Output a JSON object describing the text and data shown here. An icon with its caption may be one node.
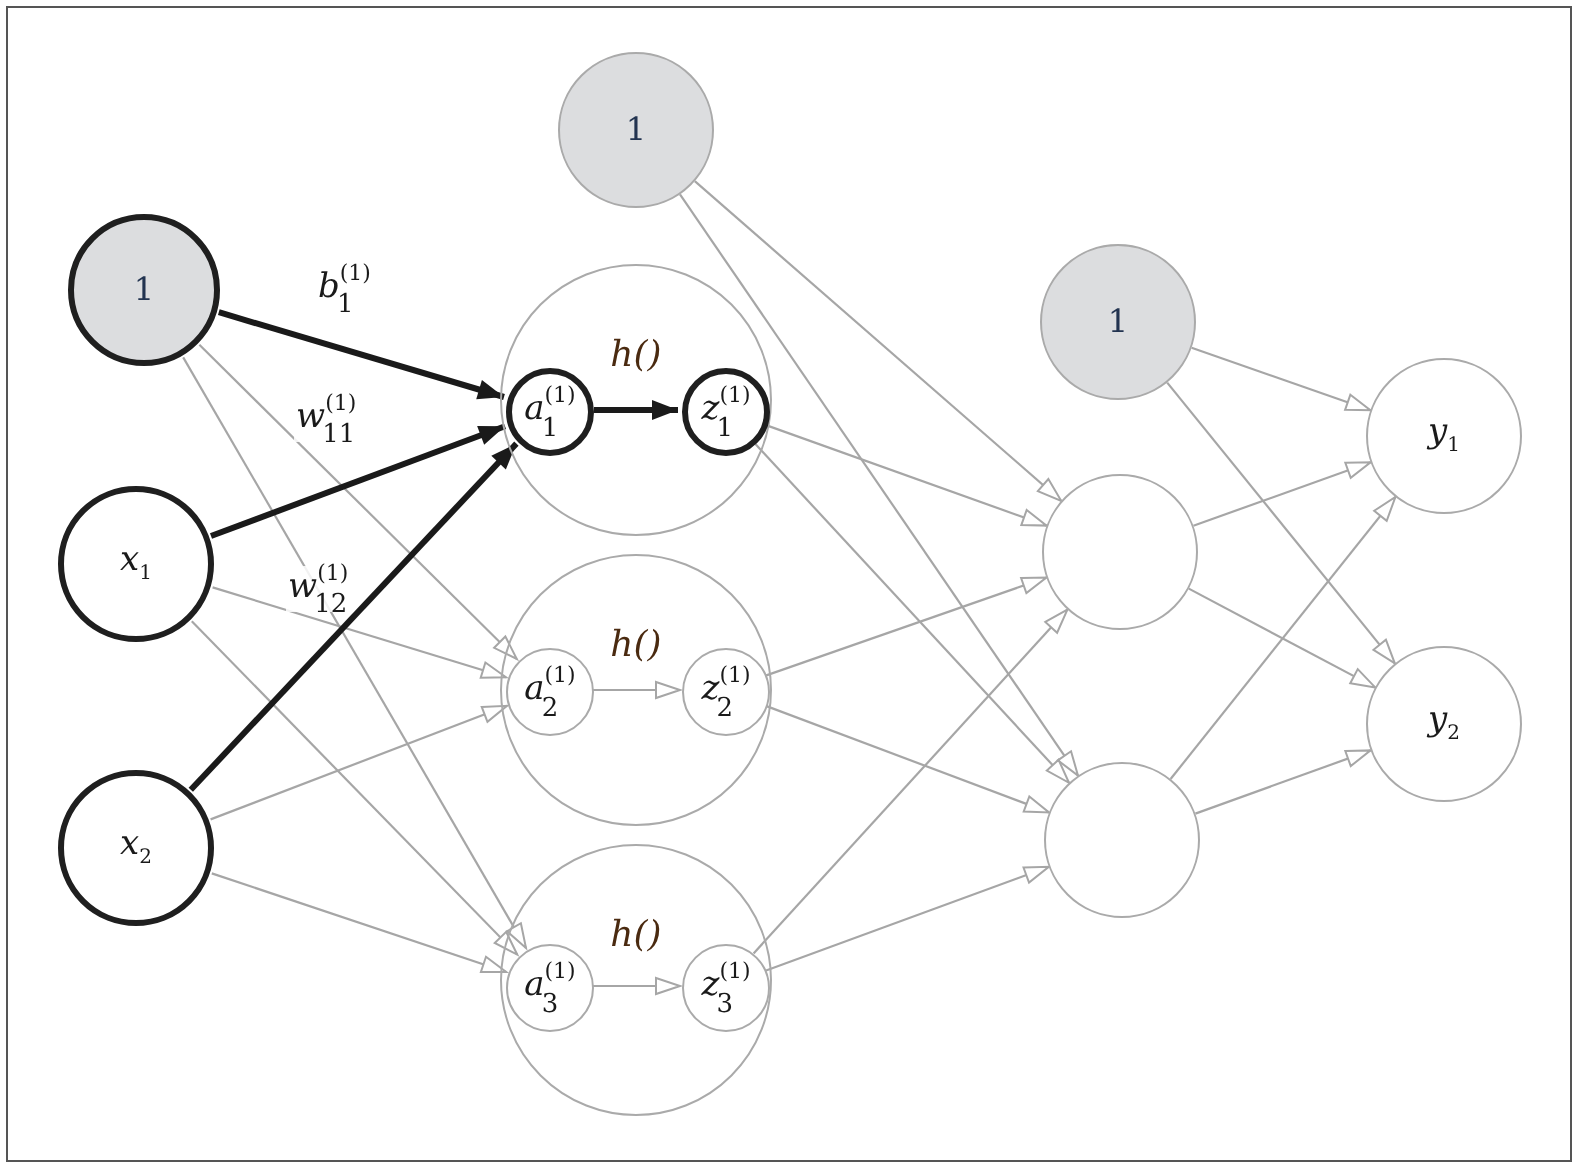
{
  "diagram": {
    "nodes": [
      {
        "text": [
          "1"
        ]
      },
      {
        "text": [
          "x$_{1}$"
        ]
      },
      {
        "text": [
          "x$_{2}$"
        ]
      },
      {
        "text": [
          "1"
        ]
      },
      {
        "text": [
          "h()"
        ]
      },
      {
        "text": [
          "a$^{(1)}$$_{1}$"
        ],
        "in": 4
      },
      {
        "text": [
          "z$^{(1)}$$_{1}$"
        ],
        "in": 4
      },
      {
        "text": [
          "h()"
        ]
      },
      {
        "text": [
          "a$^{(1)}$$_{2}$"
        ],
        "in": 7
      },
      {
        "text": [
          "z$^{(1)}$$_{2}$"
        ],
        "in": 7
      },
      {
        "text": [
          "h()"
        ]
      },
      {
        "text": [
          "a$^{(1)}$$_{3}$"
        ],
        "in": 10
      },
      {
        "text": [
          "z$^{(1)}$$_{3}$"
        ],
        "in": 10
      },
      {
        "text": [
          "1"
        ]
      },
      {
        "text": [],
        "shape": "circle"
      },
      {
        "text": [],
        "shape": "circle"
      },
      {
        "text": [
          "y$_{1}$"
        ]
      },
      {
        "text": [
          "y$_{2}$"
        ]
      }
    ],
    "edges": [
      {
        "from": 0,
        "to": 5,
        "arrow": "to",
        "label": "b$^{(1)}$$_{1}$",
        "style": "thick",
        "color": "#1a1a1a"
      },
      {
        "from": 0,
        "to": 8,
        "arrow": "to"
      },
      {
        "from": 0,
        "to": 11,
        "arrow": "to"
      },
      {
        "from": 1,
        "to": 5,
        "arrow": "to",
        "label": "w$^{(1)}$$_{11}$",
        "style": "thick",
        "color": "#1a1a1a"
      },
      {
        "from": 1,
        "to": 8,
        "arrow": "to"
      },
      {
        "from": 1,
        "to": 11,
        "arrow": "to"
      },
      {
        "from": 2,
        "to": 5,
        "arrow": "to",
        "label": "w$^{(1)}$$_{12}$",
        "style": "thick",
        "color": "#1a1a1a"
      },
      {
        "from": 2,
        "to": 8,
        "arrow": "to"
      },
      {
        "from": 2,
        "to": 11,
        "arrow": "to"
      },
      {
        "from": 5,
        "to": 6,
        "arrow": "to",
        "style": "thick",
        "color": "#1a1a1a"
      },
      {
        "from": 8,
        "to": 9,
        "arrow": "to"
      },
      {
        "from": 11,
        "to": 12,
        "arrow": "to"
      },
      {
        "from": 3,
        "to": 14,
        "arrow": "to"
      },
      {
        "from": 3,
        "to": 15,
        "arrow": "to"
      },
      {
        "from": 6,
        "to": 14,
        "arrow": "to"
      },
      {
        "from": 6,
        "to": 15,
        "arrow": "to"
      },
      {
        "from": 9,
        "to": 14,
        "arrow": "to"
      },
      {
        "from": 9,
        "to": 15,
        "arrow": "to"
      },
      {
        "from": 12,
        "to": 14,
        "arrow": "to"
      },
      {
        "from": 12,
        "to": 15,
        "arrow": "to"
      },
      {
        "from": 13,
        "to": 16,
        "arrow": "to"
      },
      {
        "from": 13,
        "to": 17,
        "arrow": "to"
      },
      {
        "from": 14,
        "to": 16,
        "arrow": "to"
      },
      {
        "from": 14,
        "to": 17,
        "arrow": "to"
      },
      {
        "from": 15,
        "to": 16,
        "arrow": "to"
      },
      {
        "from": 15,
        "to": 17,
        "arrow": "to"
      }
    ]
  }
}
